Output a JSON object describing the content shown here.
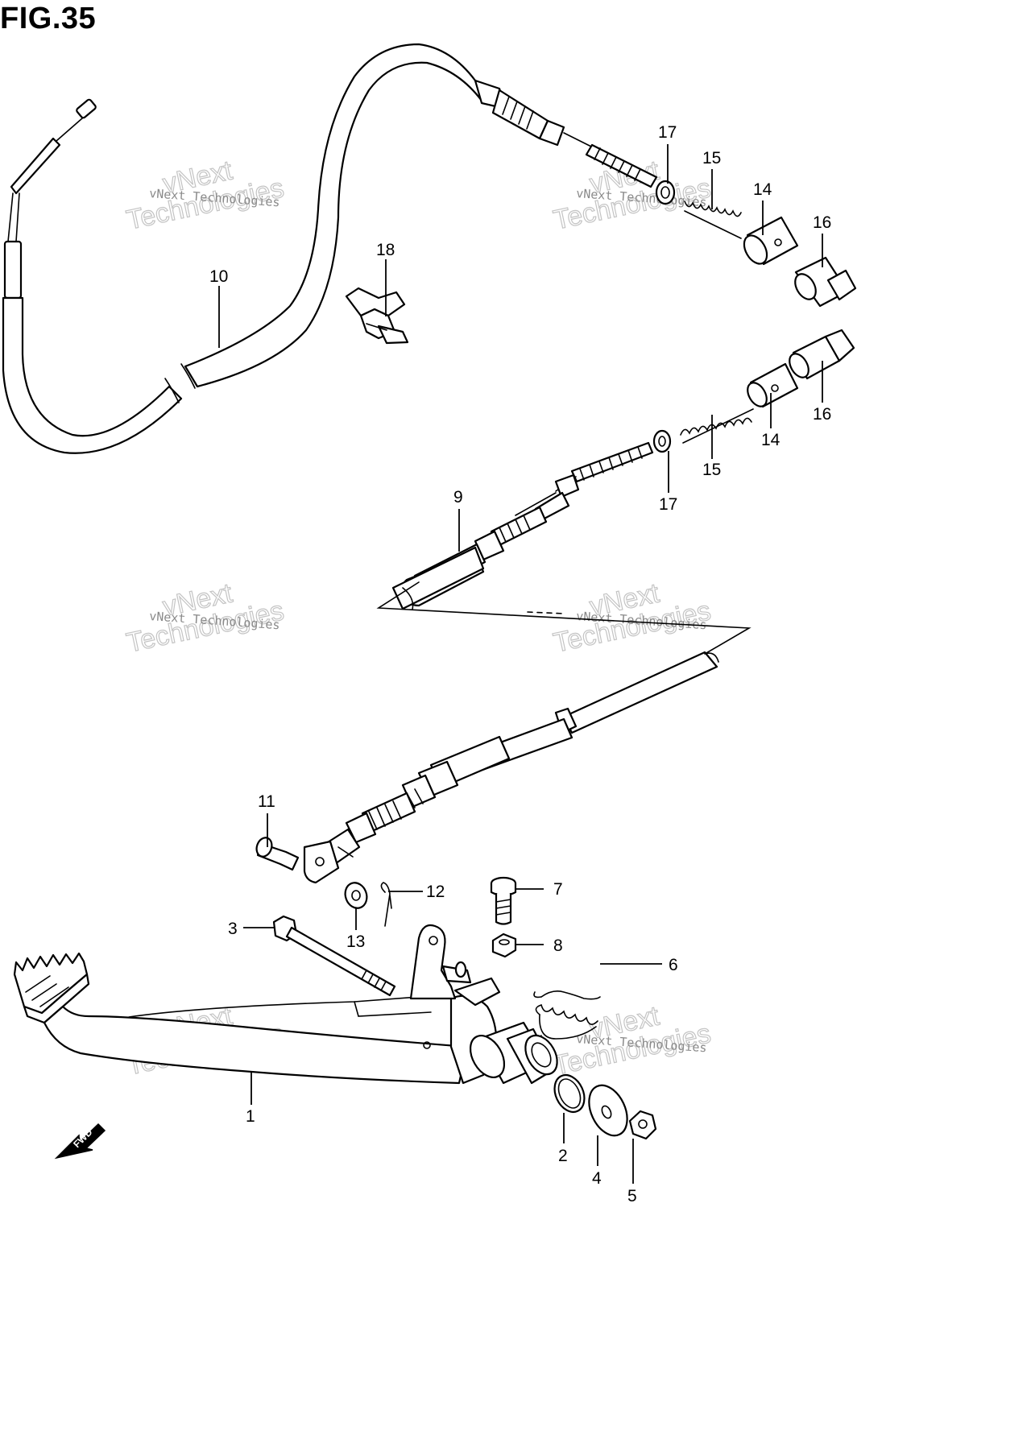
{
  "figure": {
    "title": "FIG.35"
  },
  "watermark": {
    "line1": "vNext Technologies",
    "line2": "Technologies",
    "line3": "vNext"
  },
  "direction_marker": {
    "label": "FWD",
    "icon": "fwd-arrow-icon"
  },
  "callouts": {
    "p1": "1",
    "p2": "2",
    "p3": "3",
    "p4": "4",
    "p5": "5",
    "p6": "6",
    "p7": "7",
    "p8": "8",
    "p9": "9",
    "p10": "10",
    "p11": "11",
    "p12": "12",
    "p13": "13",
    "p14_top": "14",
    "p14_mid": "14",
    "p15_top": "15",
    "p15_mid": "15",
    "p16_top": "16",
    "p16_mid": "16",
    "p17_top": "17",
    "p17_mid": "17",
    "p18": "18"
  },
  "colors": {
    "line": "#000000",
    "background": "#ffffff",
    "watermark": "#8a8a8a"
  }
}
